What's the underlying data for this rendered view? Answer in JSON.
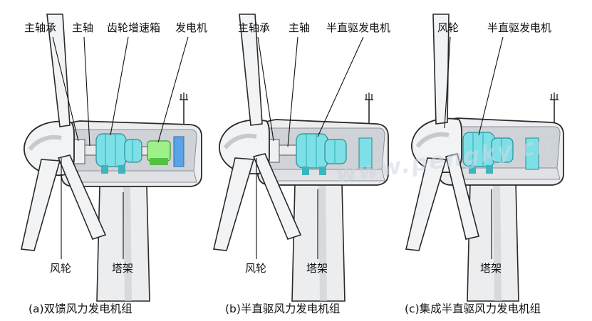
{
  "colors": {
    "body": "#ecedef",
    "body_stroke": "#2a2a2a",
    "nacelle_interior": "#cfd2d6",
    "nacelle_shade": "#8d9096",
    "cyan": "#7ce0e6",
    "cyan_dark": "#3bb5be",
    "green": "#9ef08a",
    "green_dark": "#52c241",
    "blue": "#5aa3e6",
    "shaft": "#e9eaec"
  },
  "watermark": "www.pengky.cn",
  "panels": [
    {
      "id": "a",
      "labels": {
        "bearing": "主轴承",
        "shaft": "主轴",
        "gearbox": "齿轮增速箱",
        "generator": "发电机",
        "rotor": "风轮",
        "tower": "塔架"
      },
      "caption": "(a)双馈风力发电机组"
    },
    {
      "id": "b",
      "labels": {
        "bearing": "主轴承",
        "shaft": "主轴",
        "generator": "半直驱发电机",
        "rotor": "风轮",
        "tower": "塔架"
      },
      "caption": "(b)半直驱风力发电机组"
    },
    {
      "id": "c",
      "labels": {
        "rotor": "风轮",
        "generator": "半直驱发电机",
        "tower": "塔架"
      },
      "caption": "(c)集成半直驱风力发电机组"
    }
  ]
}
